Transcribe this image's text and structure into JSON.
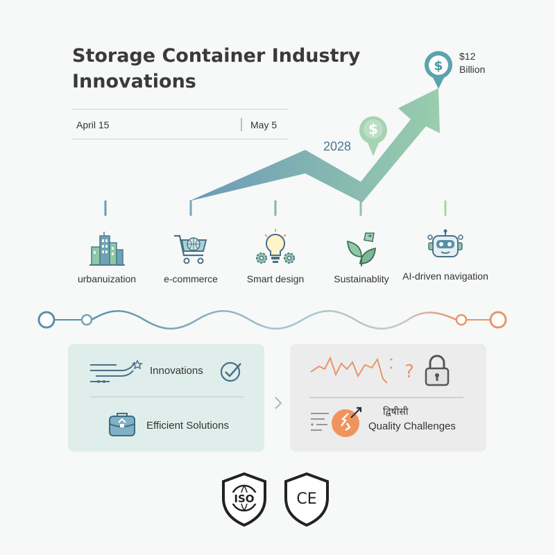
{
  "title": "Storage Container Industry Innovations",
  "dates": {
    "start": "April 15",
    "end": "May 5"
  },
  "growth": {
    "year": "2028",
    "value_line1": "$12",
    "value_line2": "Billion",
    "colors": {
      "start": "#6b9ab8",
      "end": "#8fc7a5"
    }
  },
  "drivers": [
    {
      "label": "urbanuization",
      "icon": "city-buildings-icon"
    },
    {
      "label": "e-commerce",
      "icon": "shopping-cart-icon"
    },
    {
      "label": "Smart design",
      "icon": "lightbulb-gears-icon"
    },
    {
      "label": "Sustainablity",
      "icon": "leaf-recycle-icon"
    },
    {
      "label": "AI-driven navigation",
      "icon": "robot-icon"
    }
  ],
  "wave": {
    "start_color": "#5a8fa8",
    "end_color": "#e8946a"
  },
  "positive_panel": {
    "item1": "Innovations",
    "item2": "Efficient Solutions"
  },
  "challenge_panel": {
    "hindi_text": "द्विषीसी",
    "item": "Quality Challenges"
  },
  "badges": [
    {
      "label": "ISO",
      "icon": "iso-shield-icon"
    },
    {
      "label": "CE",
      "icon": "ce-shield-icon"
    }
  ]
}
